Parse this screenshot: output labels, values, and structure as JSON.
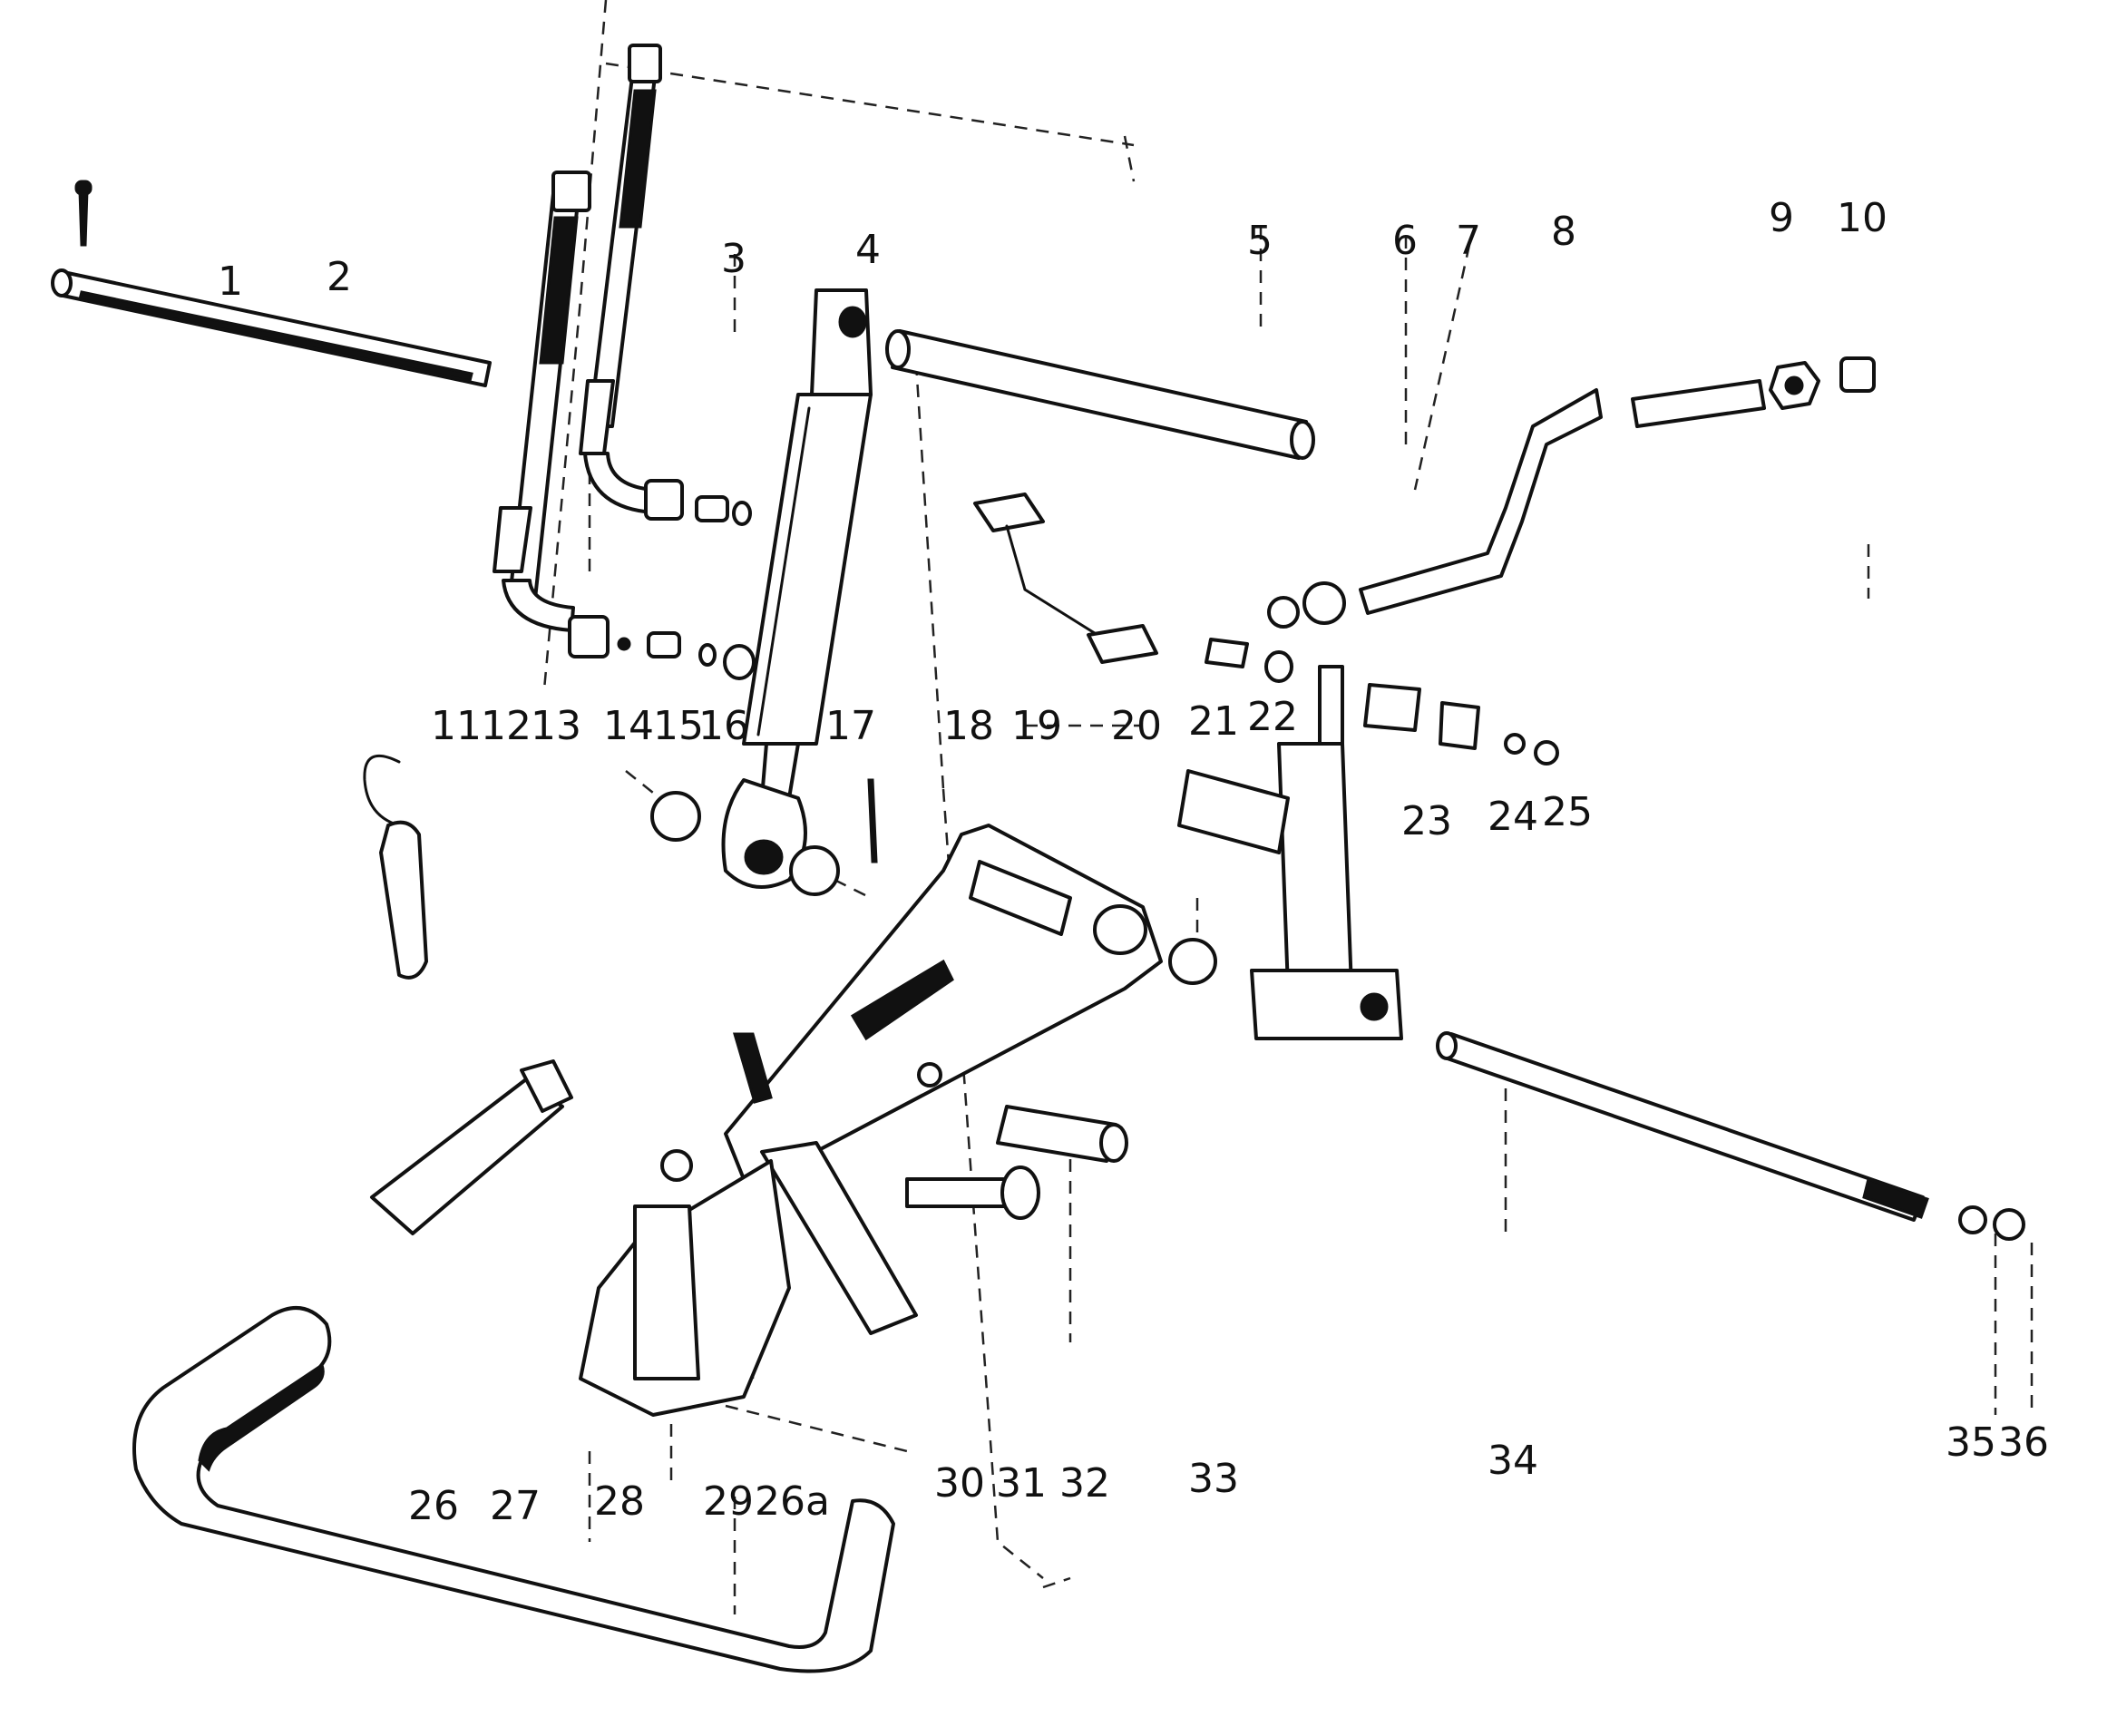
{
  "diagram": {
    "callouts": [
      "1",
      "2",
      "3",
      "4",
      "5",
      "6",
      "7",
      "8",
      "9",
      "10",
      "11",
      "12",
      "13",
      "14",
      "15",
      "16",
      "17",
      "18",
      "19",
      "20",
      "21",
      "22",
      "23",
      "24",
      "25",
      "26",
      "27",
      "28",
      "29",
      "26a",
      "30",
      "31",
      "32",
      "33",
      "34",
      "35",
      "36"
    ]
  }
}
